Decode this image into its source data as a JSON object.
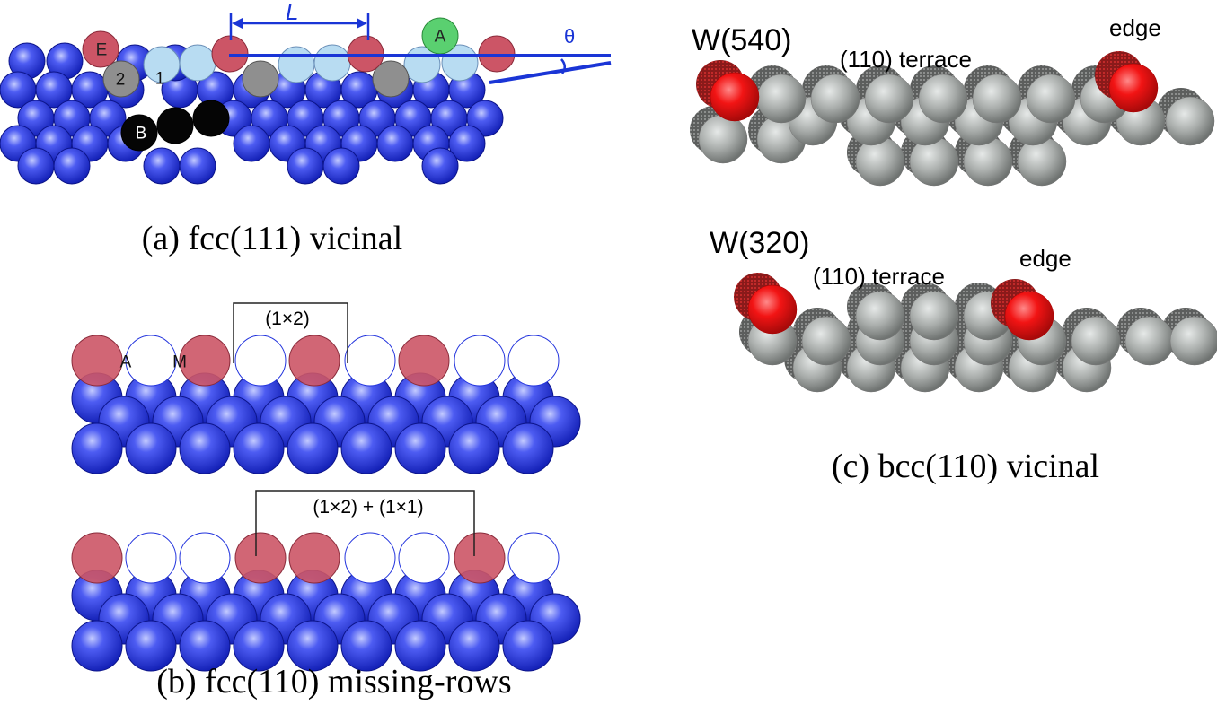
{
  "colors": {
    "substrate_blue": "#2233dd",
    "edge_atom_red": "#cc5566",
    "terrace_light_blue": "#b8dcf2",
    "grey_atom": "#8f8f8f",
    "black_atom": "#050505",
    "adatom_green": "#5ad070",
    "tungsten_grey": "#a6aaa8",
    "tungsten_red": "#ee1111",
    "annotation_blue": "#1a35d6"
  },
  "panel_a": {
    "caption": "(a)  fcc(111) vicinal",
    "terrace_width_label": "L",
    "angle_label": "θ",
    "atom_labels": {
      "edge": "E",
      "adatom": "A",
      "row2": "2",
      "row1": "1",
      "bulk": "B"
    }
  },
  "panel_b": {
    "caption": "(b) fcc(110) missing-rows",
    "top_bracket_label": "(1×2)",
    "bottom_bracket_label": "(1×2) + (1×1)",
    "atom_labels": {
      "adatom": "A",
      "missing": "M"
    }
  },
  "panel_c": {
    "caption": "(c) bcc(110) vicinal",
    "top": {
      "surface_label": "W(540)",
      "terrace_label": "(110) terrace",
      "edge_label": "edge"
    },
    "bottom": {
      "surface_label": "W(320)",
      "terrace_label": "(110) terrace",
      "edge_label": "edge"
    }
  }
}
